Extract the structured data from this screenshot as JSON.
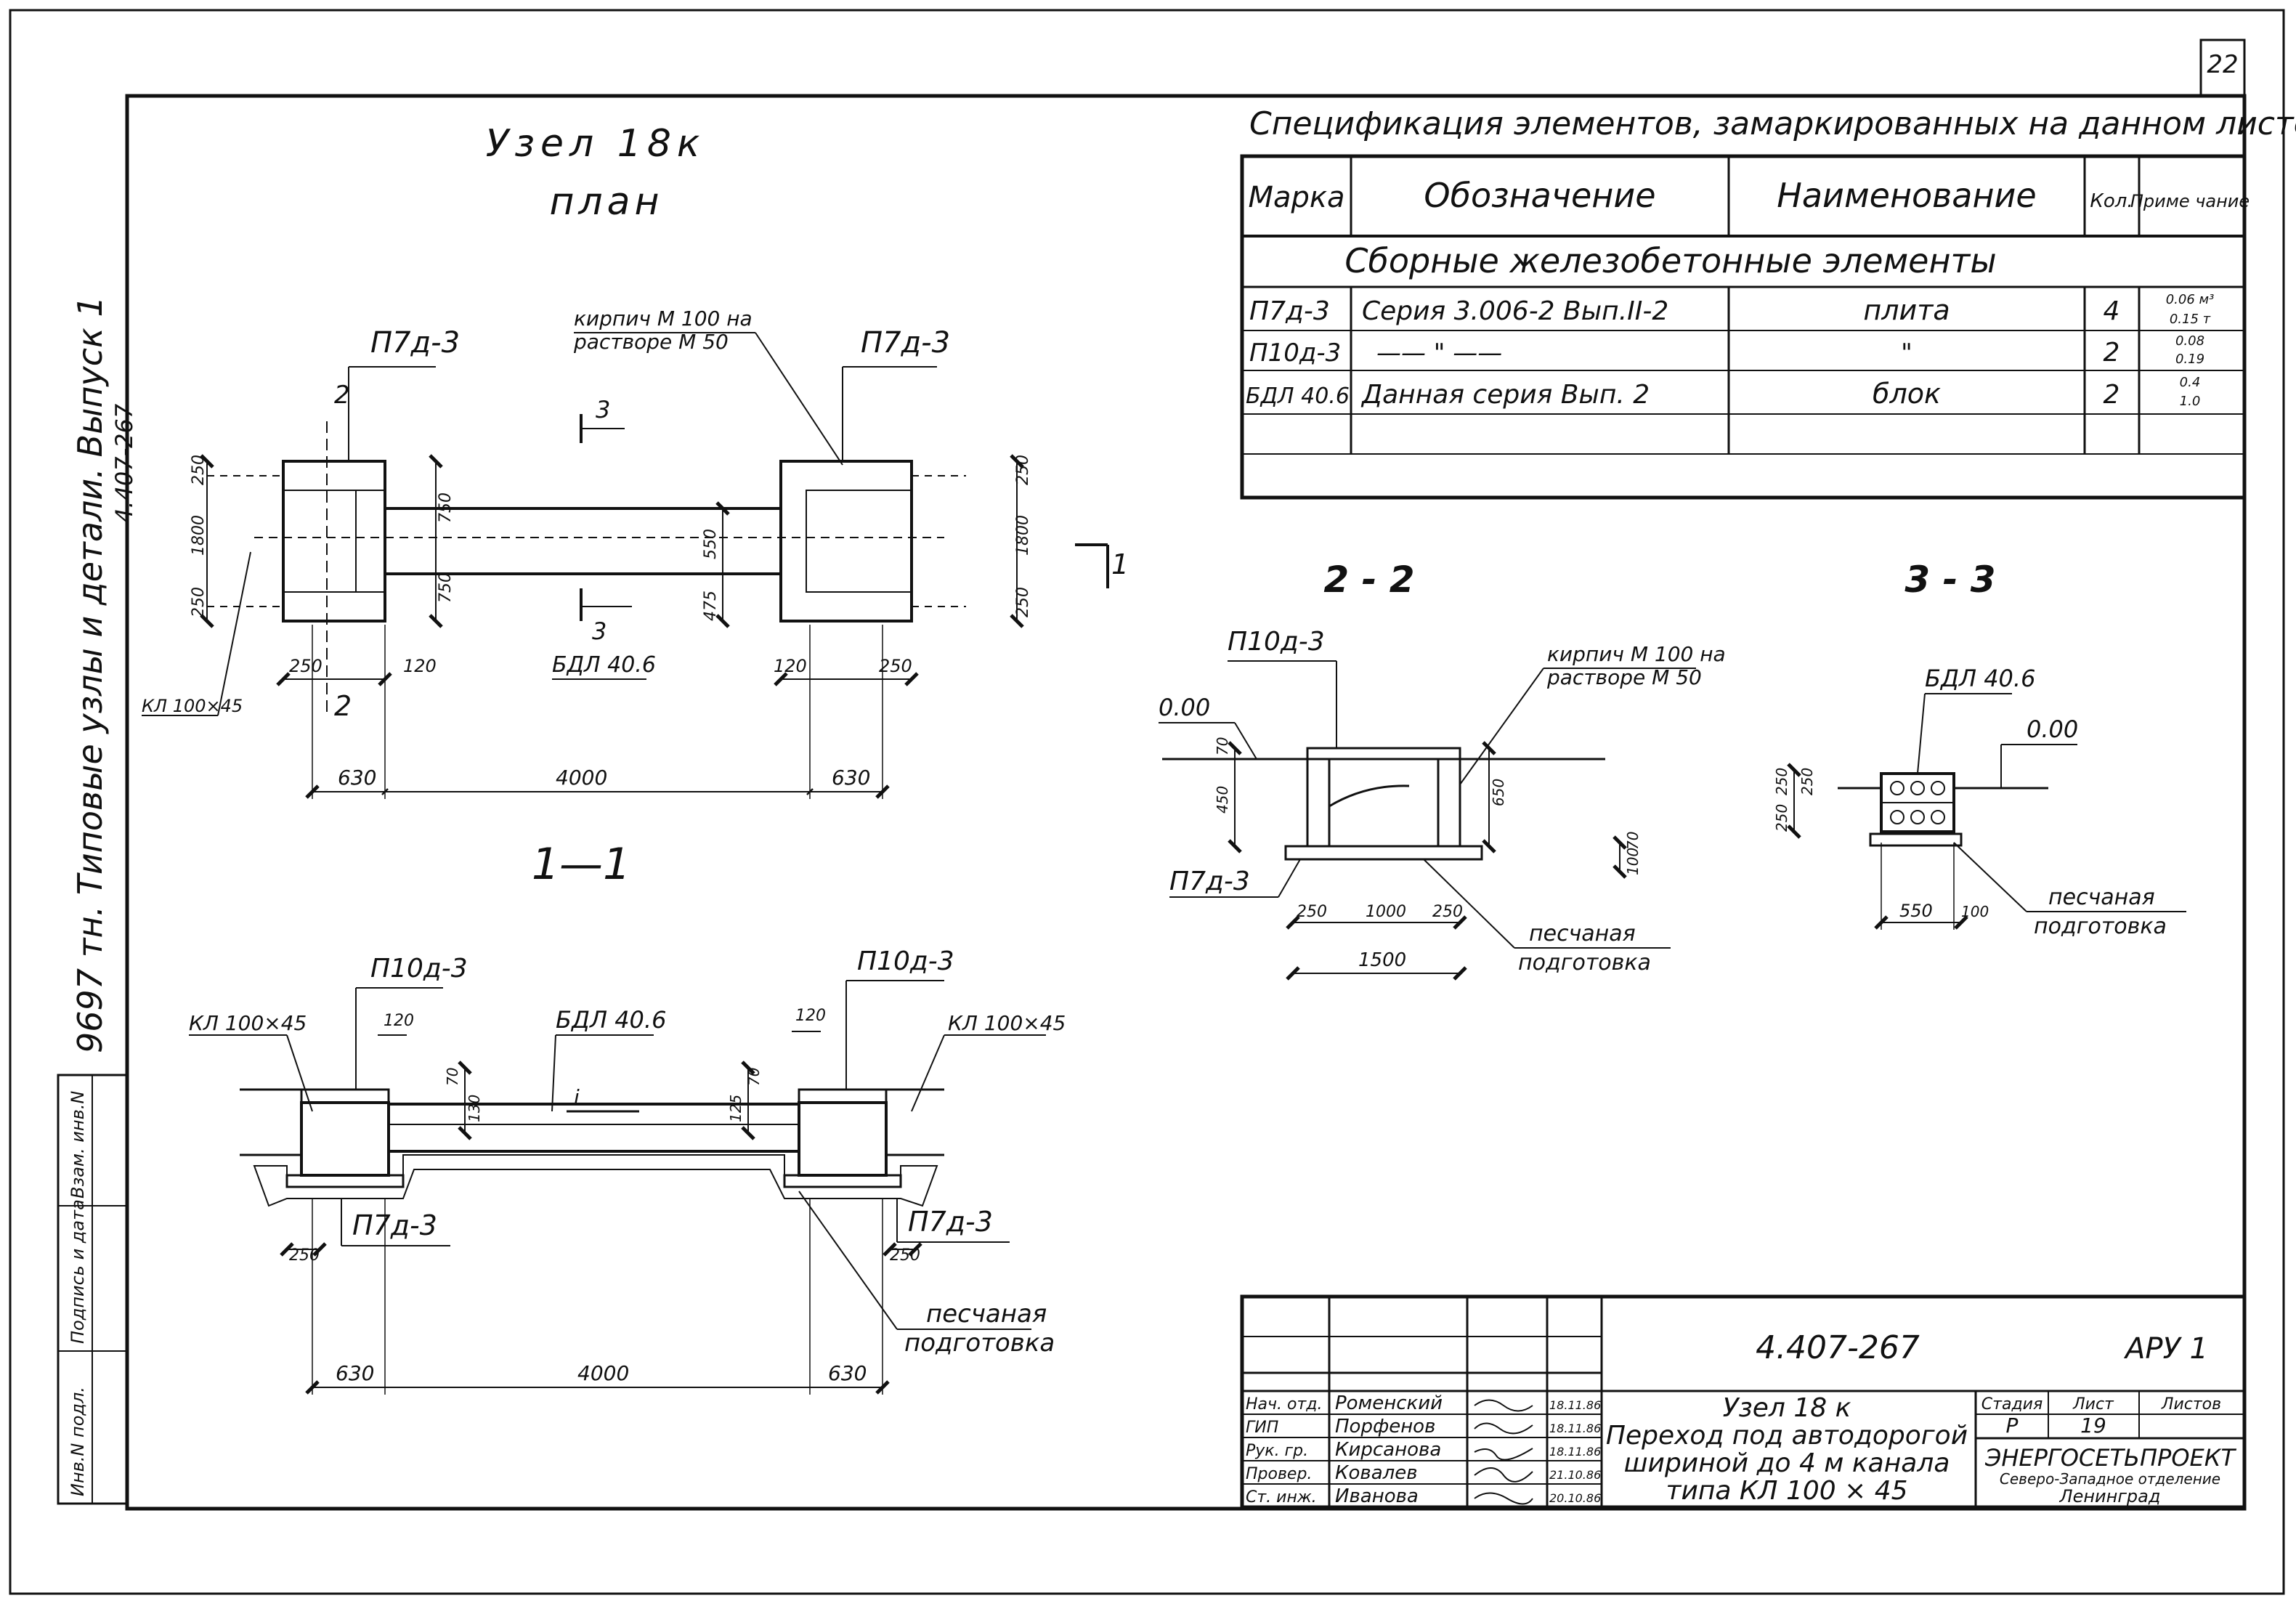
{
  "sheet": {
    "page_corner": "22",
    "side_margin": "9697 тн.   Типовые узлы и детали. Выпуск 1",
    "side_code": "4.407-267",
    "side_stamp": [
      "Инв.N подл.",
      "Подпись и дата",
      "Взам. инв.N"
    ]
  },
  "spec": {
    "title": "Спецификация элементов, замаркированных на данном листе",
    "headers": [
      "Марка",
      "Обозначение",
      "Наименование",
      "Кол.",
      "Приме чание"
    ],
    "section": "Сборные железобетонные элементы",
    "rows": [
      {
        "mark": "П7д-3",
        "designation": "Серия 3.006-2 Вып.II-2",
        "name": "плита",
        "qty": "4",
        "note_top": "0.06 м³",
        "note_bottom": "0.15 т"
      },
      {
        "mark": "П10д-3",
        "designation": "—— \" ——",
        "name": "\"",
        "qty": "2",
        "note_top": "0.08",
        "note_bottom": "0.19"
      },
      {
        "mark": "БДЛ 40.6",
        "designation": "Данная серия Вып. 2",
        "name": "блок",
        "qty": "2",
        "note_top": "0.4",
        "note_bottom": "1.0"
      }
    ]
  },
  "plan": {
    "title_line1": "Узел 18к",
    "title_line2": "план",
    "label_p7_left": "П7д-3",
    "label_p7_right": "П7д-3",
    "label_brick_1": "кирпич М 100 на",
    "label_brick_2": "растворе М 50",
    "label_bdl": "БДЛ 40.6",
    "label_kl": "КЛ 100×45",
    "cut_2": "2",
    "cut_3": "3",
    "cut_1": "1",
    "dims": {
      "d250": "250",
      "d750": "750",
      "d1800": "1800",
      "d550": "550",
      "d475": "475",
      "d120": "120",
      "d630": "630",
      "d4000": "4000"
    }
  },
  "section11": {
    "title": "1—1",
    "label_p10_left": "П10д-3",
    "label_p10_right": "П10д-3",
    "label_kl_left": "КЛ 100×45",
    "label_kl_right": "КЛ 100×45",
    "label_bdl": "БДЛ 40.6",
    "label_p7_left": "П7д-3",
    "label_p7_right": "П7д-3",
    "label_sand_1": "песчаная",
    "label_sand_2": "подготовка",
    "marker_i": "i",
    "dims": {
      "d120": "120",
      "d70": "70",
      "d130": "130",
      "d125": "125",
      "d250": "250",
      "d630": "630",
      "d4000": "4000"
    }
  },
  "section22": {
    "title": "2 - 2",
    "label_p10": "П10д-3",
    "label_000": "0.00",
    "label_brick_1": "кирпич М 100 на",
    "label_brick_2": "растворе М 50",
    "label_p7": "П7д-3",
    "label_sand_1": "песчаная",
    "label_sand_2": "подготовка",
    "dims": {
      "d70": "70",
      "d450": "450",
      "d650": "650",
      "d100": "100",
      "d250": "250",
      "d1000": "1000",
      "d1500": "1500"
    }
  },
  "section33": {
    "title": "3 - 3",
    "label_bdl": "БДЛ 40.6",
    "label_000": "0.00",
    "label_sand_1": "песчаная",
    "label_sand_2": "подготовка",
    "dims": {
      "d250": "250",
      "d550": "550",
      "d100": "100"
    }
  },
  "titleblock": {
    "code": "4.407-267",
    "apu": "АРУ 1",
    "roles": [
      "Нач. отд.",
      "ГИП",
      "Рук. гр.",
      "Провер.",
      "Ст. инж."
    ],
    "names": [
      "Роменский",
      "Порфенов",
      "Кирсанова",
      "Ковалев",
      "Иванова"
    ],
    "dates": [
      "18.11.86",
      "18.11.86",
      "18.11.86",
      "21.10.86",
      "20.10.86"
    ],
    "title_lines": [
      "Узел 18 к",
      "Переход под автодорогой",
      "шириной до 4 м канала",
      "типа   КЛ   100 × 45"
    ],
    "stage_headers": [
      "Стадия",
      "Лист",
      "Листов"
    ],
    "stage_values": [
      "Р",
      "19",
      ""
    ],
    "org_line1": "ЭНЕРГОСЕТЬПРОЕКТ",
    "org_line2": "Северо-Западное отделение",
    "org_line3": "Ленинград"
  }
}
